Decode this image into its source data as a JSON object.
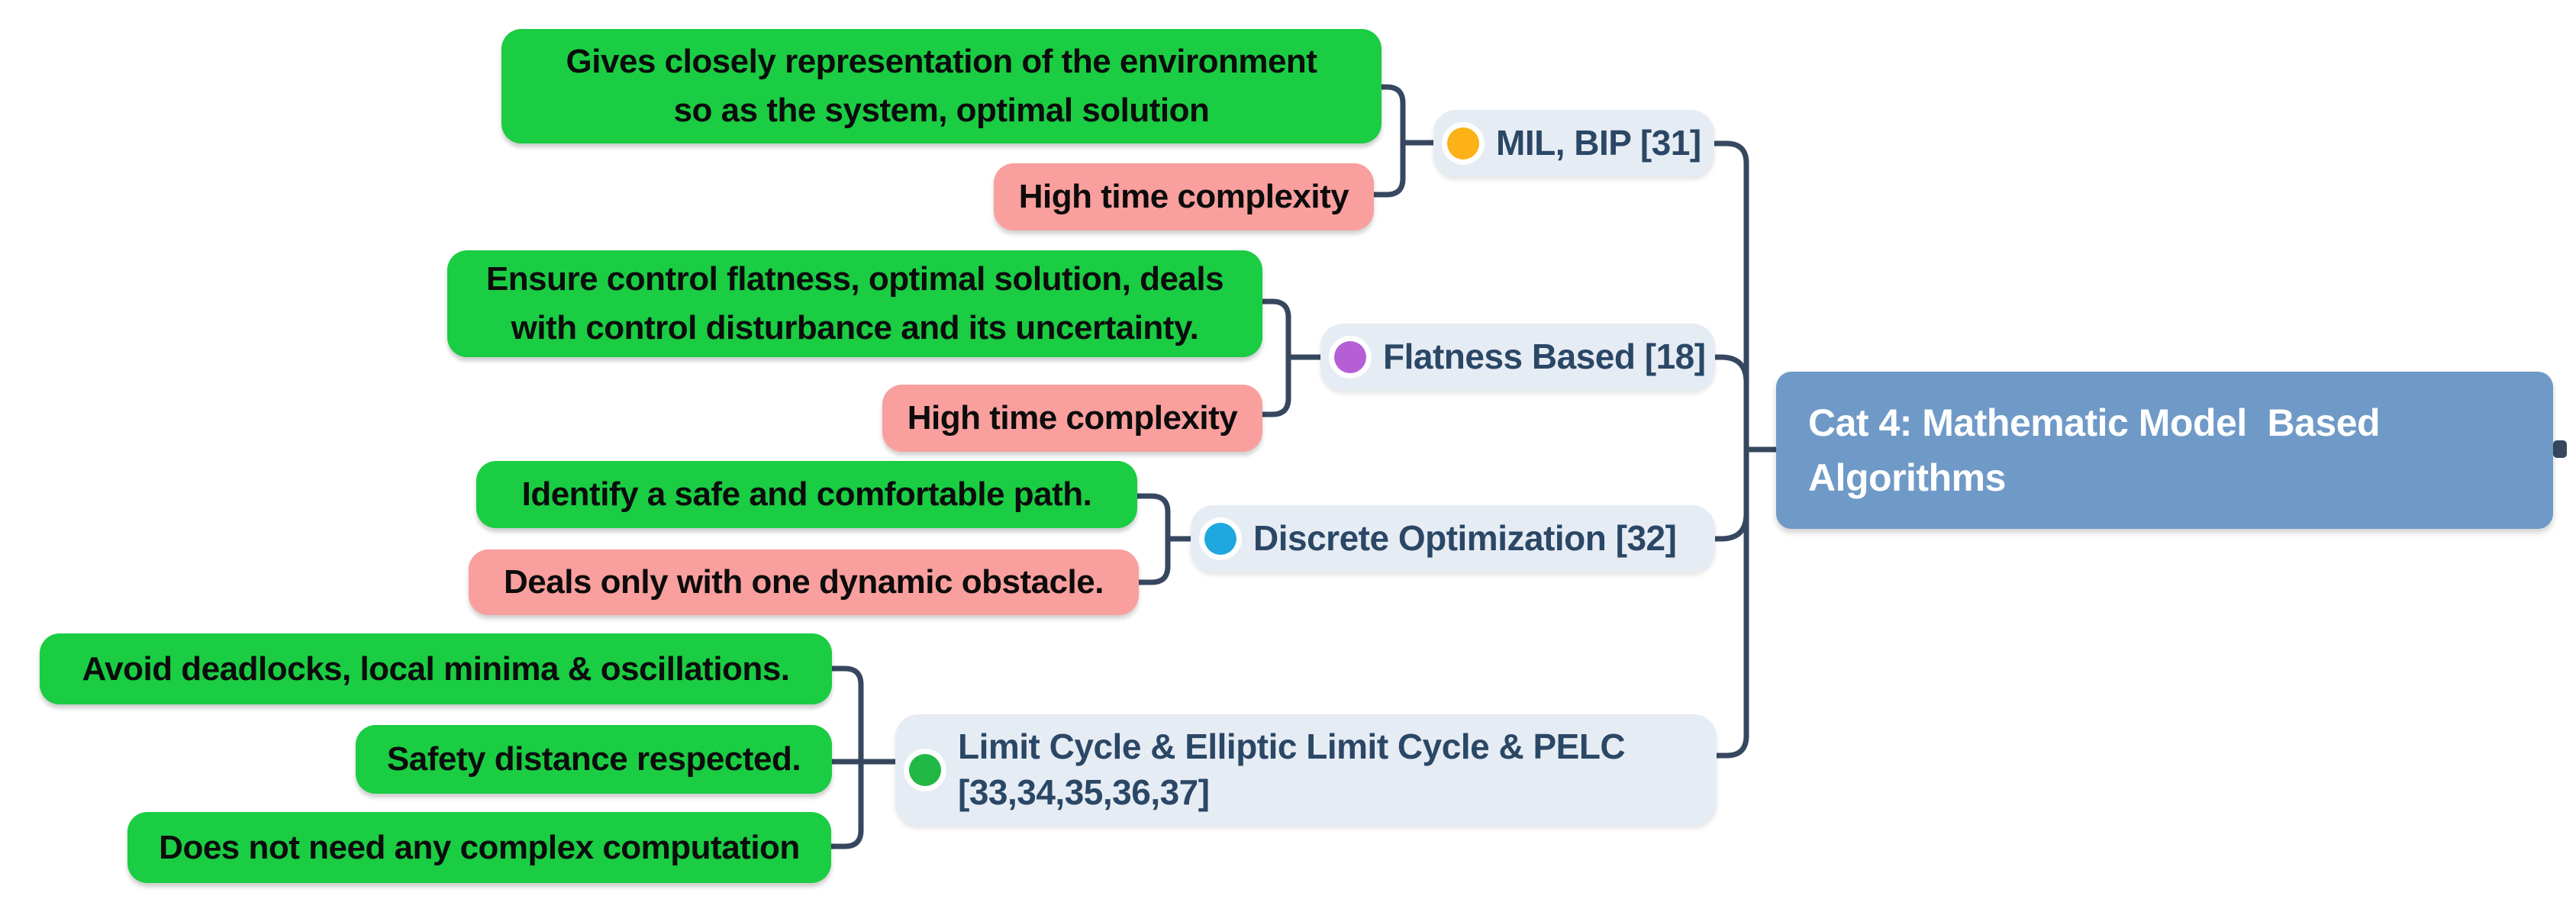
{
  "colors": {
    "green-note": "#1acd43",
    "pink-note": "#f99f9d",
    "pill-bg": "#e6ecf4",
    "pill-text": "#2b4766",
    "line": "#36475f",
    "root-bg": "#6f9ac7",
    "root-text": "#ffffff",
    "note-text": "#0c0c0c",
    "bullet-orange": "#fcb116",
    "bullet-purple": "#b55fd6",
    "bullet-blue": "#1fa8e0",
    "bullet-green": "#21b845"
  },
  "root": {
    "lines": [
      "Cat 4: Mathematic Model  Based",
      "Algorithms"
    ]
  },
  "branches": [
    {
      "topic": {
        "label": "MIL, BIP [31]",
        "bullet": "orange"
      },
      "pros": [
        {
          "lines": [
            "Gives closely representation of the environment",
            "so as the system, optimal solution"
          ]
        }
      ],
      "cons": [
        {
          "lines": [
            "High time complexity"
          ]
        }
      ]
    },
    {
      "topic": {
        "label": "Flatness Based [18]",
        "bullet": "purple"
      },
      "pros": [
        {
          "lines": [
            "Ensure control flatness, optimal solution, deals",
            "with control disturbance and its uncertainty."
          ]
        }
      ],
      "cons": [
        {
          "lines": [
            "High time complexity"
          ]
        }
      ]
    },
    {
      "topic": {
        "label": "Discrete Optimization [32]",
        "bullet": "blue"
      },
      "pros": [
        {
          "lines": [
            "Identify a safe and comfortable path."
          ]
        }
      ],
      "cons": [
        {
          "lines": [
            "Deals only with one dynamic obstacle."
          ]
        }
      ]
    },
    {
      "topic": {
        "lines": [
          "Limit Cycle & Elliptic Limit Cycle & PELC",
          "[33,34,35,36,37]"
        ],
        "bullet": "green"
      },
      "pros": [
        {
          "lines": [
            "Avoid deadlocks, local minima & oscillations."
          ]
        },
        {
          "lines": [
            "Safety distance respected."
          ]
        },
        {
          "lines": [
            "Does not need any complex computation"
          ]
        }
      ],
      "cons": []
    }
  ]
}
